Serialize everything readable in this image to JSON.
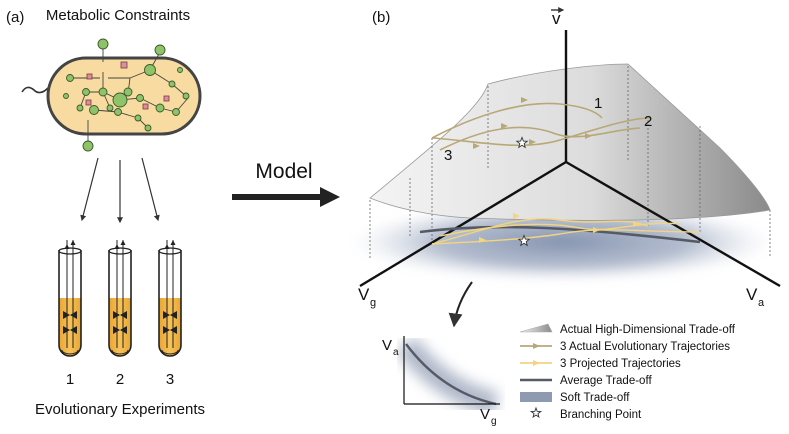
{
  "panel_a": {
    "label": "(a)",
    "title": "Metabolic Constraints",
    "caption": "Evolutionary Experiments",
    "tubes": [
      "1",
      "2",
      "3"
    ]
  },
  "arrow": {
    "label": "Model"
  },
  "panel_b": {
    "label": "(b)",
    "axis_v": "v",
    "axis_g_base": "V",
    "axis_g_sub": "g",
    "axis_a_base": "V",
    "axis_a_sub": "a",
    "traj": [
      "1",
      "2",
      "3"
    ]
  },
  "inset": {
    "y_base": "V",
    "y_sub": "a",
    "x_base": "V",
    "x_sub": "g"
  },
  "legend": [
    {
      "text": "Actual High-Dimensional Trade-off"
    },
    {
      "text": "3 Actual Evolutionary Trajectories"
    },
    {
      "text": "3 Projected Trajectories"
    },
    {
      "text": "Average Trade-off"
    },
    {
      "text": "Soft Trade-off"
    },
    {
      "text": "Branching Point"
    }
  ],
  "colors": {
    "cell_fill": "#f7dba0",
    "cell_border": "#444444",
    "metabolite": "#8fc36a",
    "enzyme": "#d98f9c",
    "medium": "#f0b23e",
    "actual_traj": "#b8a877",
    "projected_traj": "#f3d57e",
    "avg_tradeoff": "#555b66",
    "soft_tradeoff": "#8d9ab2",
    "surface_dark": "#8c8c8c",
    "surface_light": "#f2f2f2"
  }
}
